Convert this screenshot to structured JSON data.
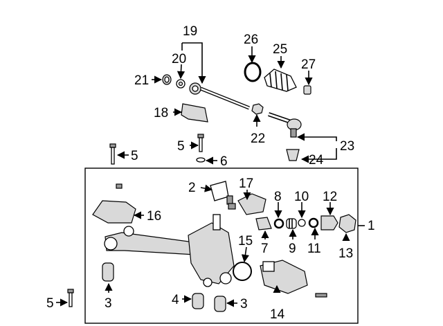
{
  "callouts": {
    "c1": "1",
    "c2": "2",
    "c3a": "3",
    "c3b": "3",
    "c4": "4",
    "c5a": "5",
    "c5b": "5",
    "c5c": "5",
    "c6": "6",
    "c7": "7",
    "c8": "8",
    "c9": "9",
    "c10": "10",
    "c11": "11",
    "c12": "12",
    "c13": "13",
    "c14": "14",
    "c15": "15",
    "c16": "16",
    "c17": "17",
    "c18": "18",
    "c19": "19",
    "c20": "20",
    "c21": "21",
    "c22": "22",
    "c23": "23",
    "c24": "24",
    "c25": "25",
    "c26": "26",
    "c27": "27"
  }
}
